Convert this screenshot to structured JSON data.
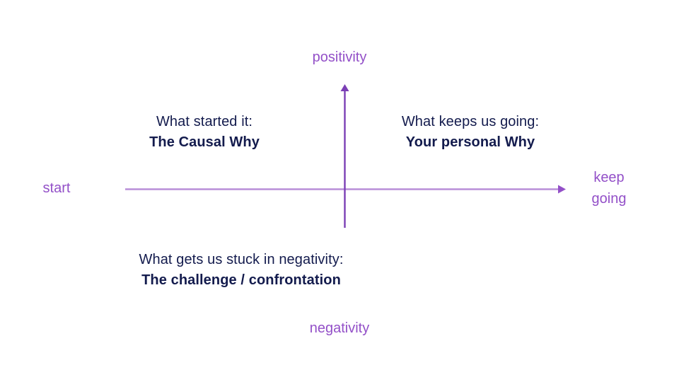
{
  "diagram": {
    "background_color": "#ffffff",
    "axes": {
      "vertical": {
        "color": "#7b3fb5",
        "top_label": "positivity",
        "bottom_label": "negativity",
        "arrow": "up"
      },
      "horizontal": {
        "color": "#b98fd8",
        "left_label": "start",
        "right_label": "keep\ngoing",
        "arrow": "right"
      },
      "label_color": "#9350c8"
    },
    "quadrants": [
      {
        "position": "top-left",
        "caption": "What started it:",
        "term": "The Causal Why"
      },
      {
        "position": "top-right",
        "caption": "What keeps us going:",
        "term": "Your personal Why"
      },
      {
        "position": "bottom-left",
        "caption": "What gets us stuck in negativity:",
        "term": "The challenge / confrontation"
      }
    ],
    "text_color": "#131b4d"
  }
}
